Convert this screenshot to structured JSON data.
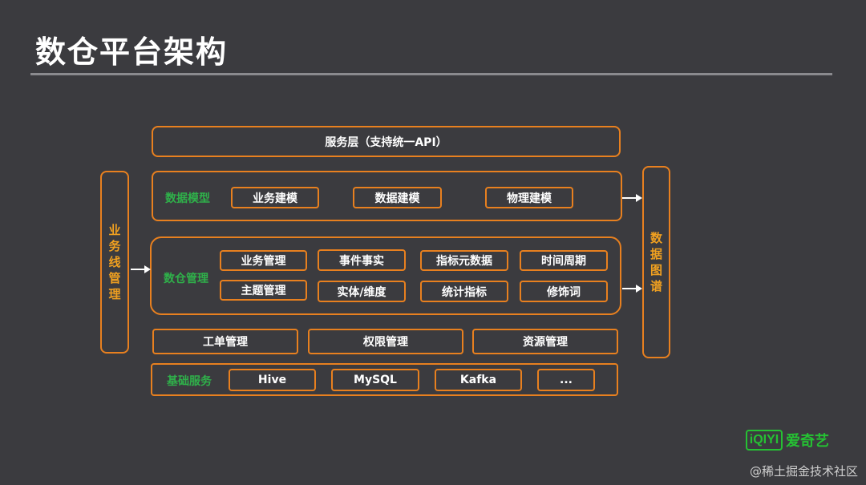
{
  "title": "数仓平台架构",
  "service_layer": "服务层（支持统一API）",
  "left_column": [
    "业",
    "务",
    "线",
    "管",
    "理"
  ],
  "right_column": [
    "数",
    "据",
    "图",
    "谱"
  ],
  "data_model": {
    "label": "数据模型",
    "items": [
      "业务建模",
      "数据建模",
      "物理建模"
    ]
  },
  "dw_management": {
    "label": "数仓管理",
    "row1": [
      "业务管理",
      "事件事实",
      "指标元数据",
      "时间周期"
    ],
    "row2": [
      "主题管理",
      "实体/维度",
      "统计指标",
      "修饰词"
    ]
  },
  "management_row": [
    "工单管理",
    "权限管理",
    "资源管理"
  ],
  "base_services": {
    "label": "基础服务",
    "items": [
      "Hive",
      "MySQL",
      "Kafka",
      "..."
    ]
  },
  "logo": {
    "badge": "iQIYI",
    "text": "爱奇艺"
  },
  "watermark": "@稀土掘金技术社区",
  "colors": {
    "accent": "#e8801f",
    "green": "#2fb14a",
    "vertical_text": "#f0a020",
    "background": "#3b3b3f"
  }
}
